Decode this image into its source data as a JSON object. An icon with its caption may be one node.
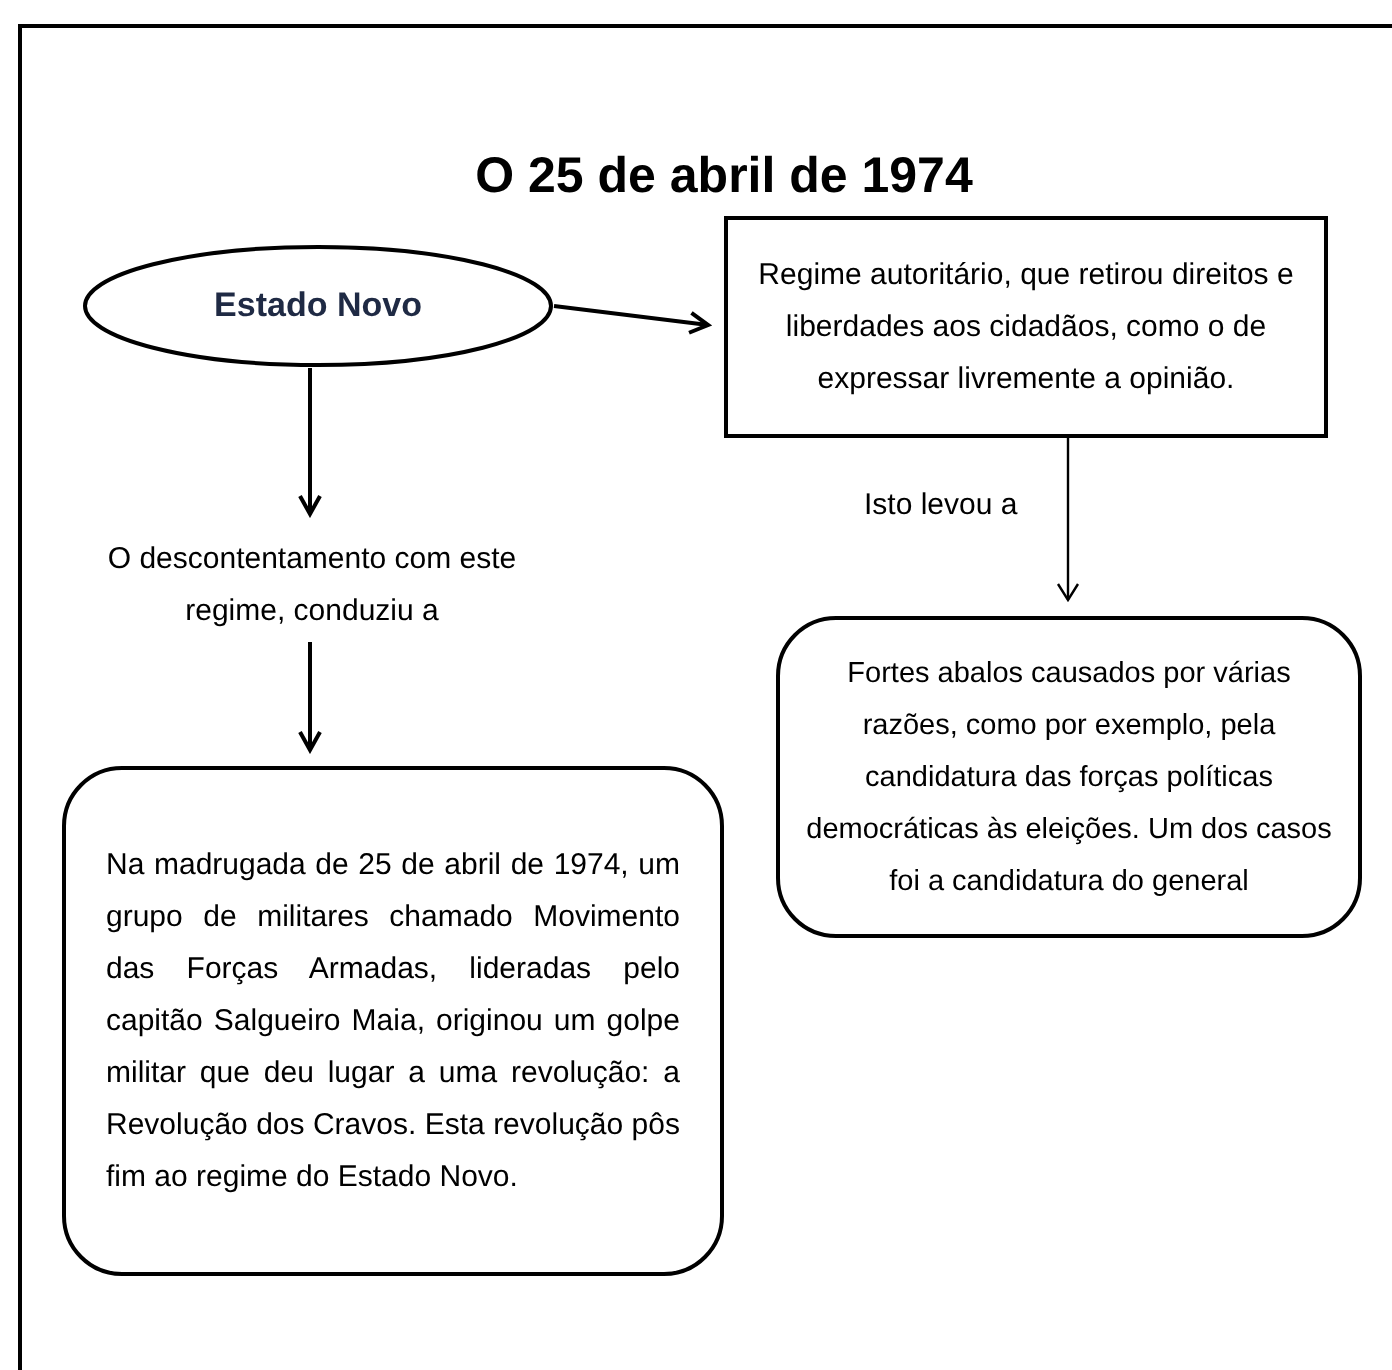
{
  "diagram": {
    "title": "O 25 de abril de 1974",
    "nodes": [
      {
        "text": [
          "Estado Novo"
        ]
      },
      {
        "text": [
          "Regime autoritário, que retirou direitos e liberdades aos cidadãos, como o de expressar livremente a opinião."
        ]
      },
      {
        "text": [
          "O descontentamento com este regime, conduziu a"
        ]
      },
      {
        "text": [
          "Na madrugada de 25 de abril de 1974, um grupo de militares chamado Movimento das Forças Armadas, lideradas pelo capitão Salgueiro Maia, originou um golpe militar que deu lugar a uma revolução: a Revolução dos Cravos. Esta revolução pôs fim ao regime do Estado Novo."
        ]
      },
      {
        "text": [
          "Fortes abalos causados por várias razões, como por exemplo, pela candidatura das forças políticas democráticas às eleições. Um dos casos foi a candidatura do general"
        ]
      }
    ],
    "edges": [
      {
        "from": 0,
        "to": 1,
        "arrow": "to"
      },
      {
        "from": 0,
        "to": 2,
        "arrow": "to"
      },
      {
        "from": 2,
        "to": 3,
        "arrow": "to"
      },
      {
        "from": 1,
        "to": 4,
        "arrow": "to",
        "label": "Isto levou a"
      }
    ]
  }
}
